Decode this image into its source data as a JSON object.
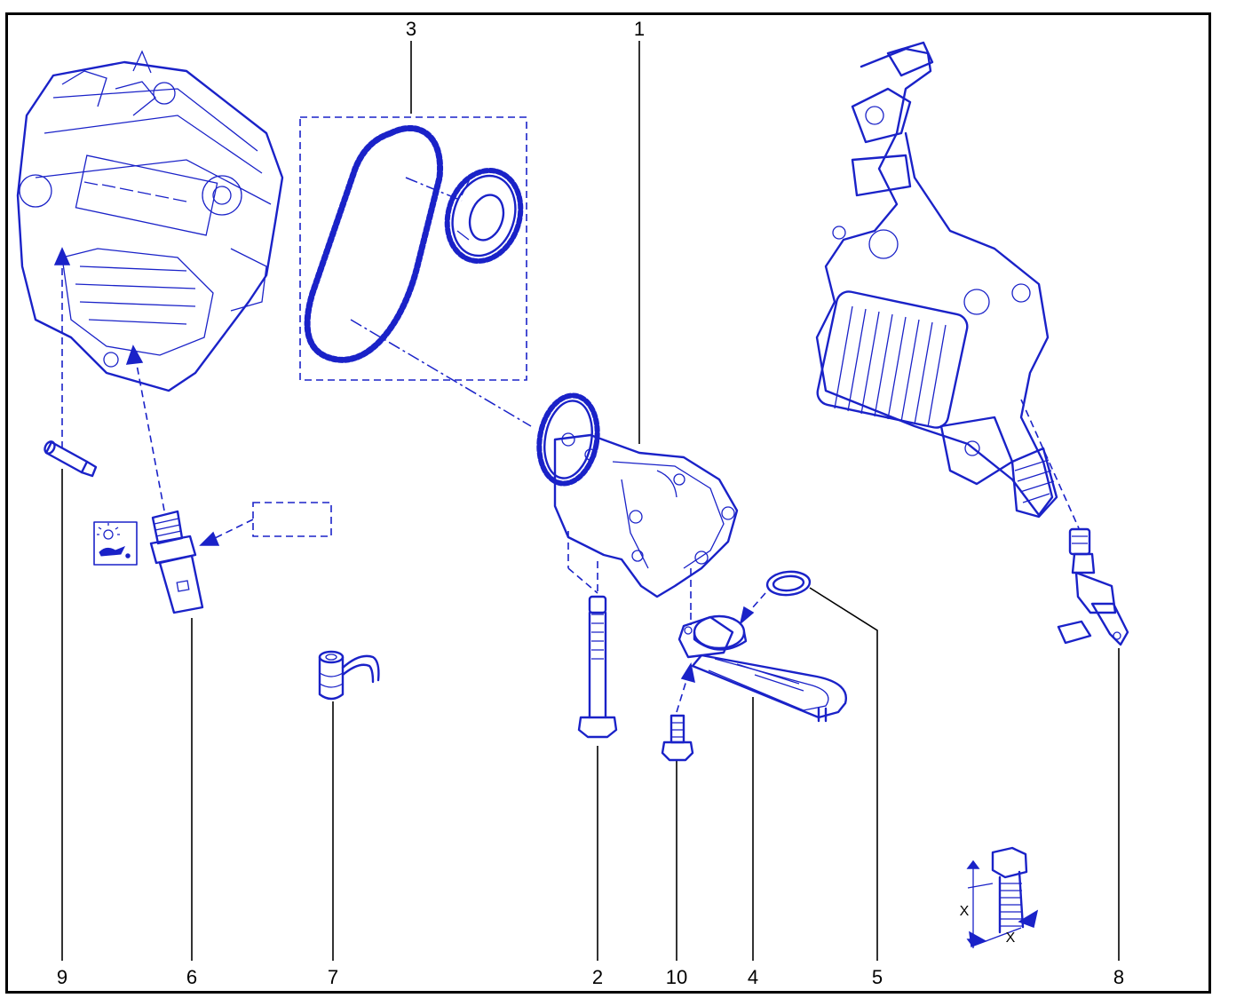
{
  "callouts": {
    "c1": "1",
    "c2": "2",
    "c3": "3",
    "c4": "4",
    "c5": "5",
    "c6": "6",
    "c7": "7",
    "c8": "8",
    "c9": "9",
    "c10": "10"
  },
  "torque_symbol": {
    "label_x1": "X",
    "label_x2": "X"
  },
  "icons": {
    "sensor_symbol": "oil-pressure-warning-icon"
  },
  "colors": {
    "drawing": "#1a22c8",
    "frame": "#000000"
  }
}
